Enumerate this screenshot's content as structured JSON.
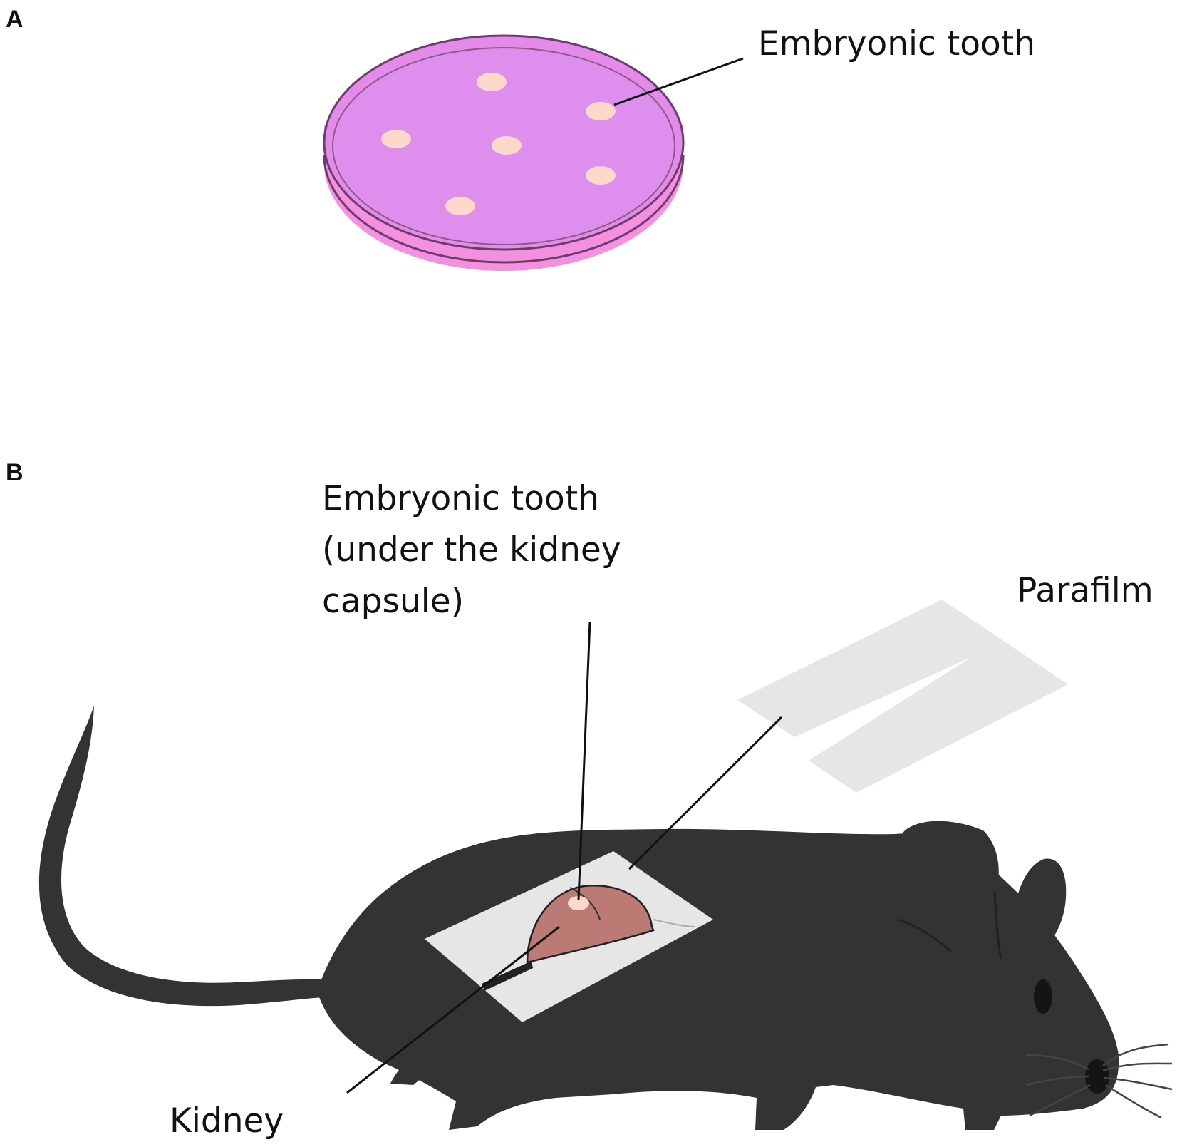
{
  "panels": {
    "a": {
      "letter": "A",
      "dish_label": "Embryonic tooth"
    },
    "b": {
      "letter": "B",
      "tooth_label_lines": [
        "Embryonic tooth",
        "(under the kidney",
        "capsule)"
      ],
      "parafilm_label": "Parafilm",
      "kidney_label": "Kidney"
    }
  },
  "colors": {
    "dish_rim": "#f08ce2",
    "dish_medium": "#de8eec",
    "tooth": "#fcd9c8",
    "mouse": "#333333",
    "kidney": "#bb7a74",
    "parafilm": "#e6e6e6"
  }
}
